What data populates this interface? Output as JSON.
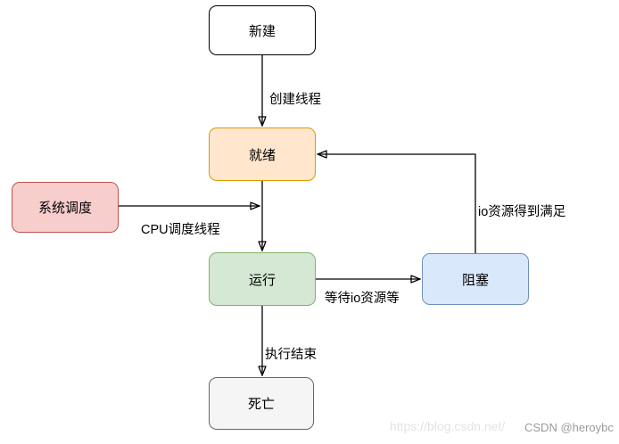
{
  "diagram": {
    "title_implied": "",
    "states": {
      "new": {
        "label": "新建",
        "fill": "#FFFFFF",
        "border": "#000000"
      },
      "ready": {
        "label": "就绪",
        "fill": "#FFE6CC",
        "border": "#D79B00"
      },
      "scheduler": {
        "label": "系统调度",
        "fill": "#F8CECC",
        "border": "#B85450"
      },
      "running": {
        "label": "运行",
        "fill": "#D5E8D4",
        "border": "#82B366"
      },
      "blocked": {
        "label": "阻塞",
        "fill": "#DAE8FC",
        "border": "#6C8EBF"
      },
      "dead": {
        "label": "死亡",
        "fill": "#F5F5F5",
        "border": "#666666"
      }
    },
    "edges": {
      "create_thread": {
        "label": "创建线程",
        "from": "new",
        "to": "ready"
      },
      "ready_to_running": {
        "label": "",
        "from": "ready",
        "to": "running"
      },
      "cpu_schedule": {
        "label": "CPU调度线程",
        "from": "scheduler",
        "to": "ready-running-connector"
      },
      "wait_io": {
        "label": "等待io资源等",
        "from": "running",
        "to": "blocked"
      },
      "io_satisfied": {
        "label": "io资源得到满足",
        "from": "blocked",
        "to": "ready"
      },
      "exec_finish": {
        "label": "执行结束",
        "from": "running",
        "to": "dead"
      }
    },
    "line_color": "#000000"
  },
  "watermark": {
    "url": "https://blog.csdn.net/",
    "badge": "CSDN @heroybc"
  }
}
